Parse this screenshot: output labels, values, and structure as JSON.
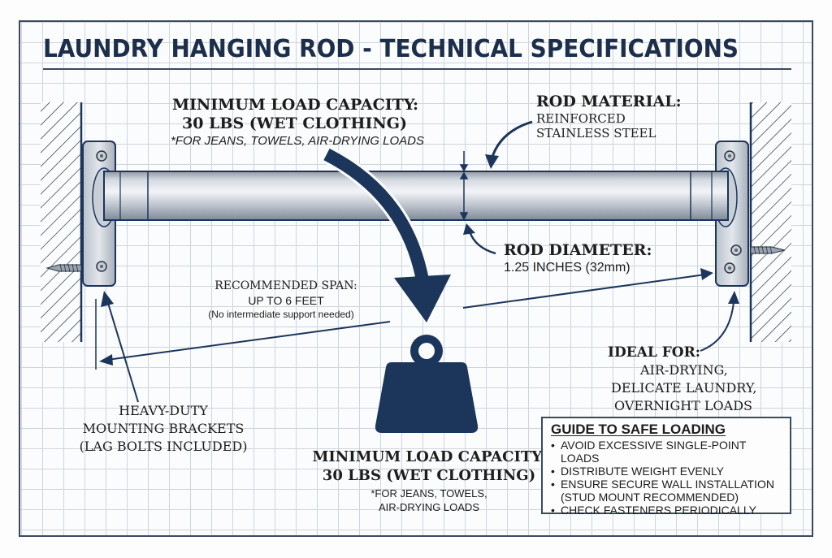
{
  "title": "LAUNDRY HANGING ROD - TECHNICAL SPECIFICATIONS",
  "colors": {
    "navy": "#1c355a",
    "frame": "#3a4a5e",
    "grid": "#cfd5dc",
    "steel_light": "#e4e8ee",
    "steel_dark": "#8d97a5"
  },
  "top_load": {
    "heading": "MINIMUM LOAD CAPACITY:",
    "value": "30 LBS (WET CLOTHING)",
    "note": "*FOR JEANS, TOWELS, AIR-DRYING LOADS"
  },
  "rod_material": {
    "heading": "ROD MATERIAL:",
    "line1": "REINFORCED",
    "line2": "STAINLESS STEEL"
  },
  "rod_diameter": {
    "heading": "ROD DIAMETER:",
    "value": "1.25 INCHES (32mm)"
  },
  "span": {
    "heading": "RECOMMENDED SPAN:",
    "value": "UP TO 6 FEET",
    "note": "(No intermediate support needed)"
  },
  "ideal_for": {
    "heading": "IDEAL FOR:",
    "line1": "AIR-DRYING,",
    "line2": "DELICATE LAUNDRY,",
    "line3": "OVERNIGHT LOADS"
  },
  "brackets": {
    "line1": "HEAVY-DUTY",
    "line2": "MOUNTING BRACKETS",
    "line3": "(LAG BOLTS INCLUDED)"
  },
  "bottom_load": {
    "heading": "MINIMUM LOAD CAPACITY:",
    "value": "30 LBS (WET CLOTHING)",
    "note1": "*FOR JEANS, TOWELS,",
    "note2": "AIR-DRYING LOADS"
  },
  "guide": {
    "title": "GUIDE TO SAFE LOADING",
    "bullet": "•",
    "items": [
      "AVOID EXCESSIVE SINGLE-POINT LOADS",
      "DISTRIBUTE WEIGHT EVENLY",
      "ENSURE SECURE WALL INSTALLATION",
      "(STUD MOUNT RECOMMENDED)",
      "CHECK FASTENERS PERIODICALLY"
    ]
  },
  "icons": {
    "weight": "kettlebell-weight-icon",
    "wall": "hatched-wall-icon",
    "bracket": "mounting-bracket-icon",
    "screw": "lag-bolt-icon"
  }
}
